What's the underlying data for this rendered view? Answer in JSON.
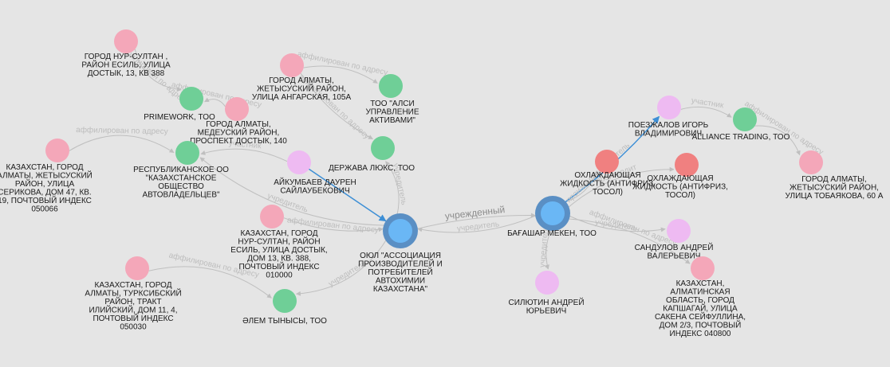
{
  "colors": {
    "background": "#e5e5e5",
    "address": "#f4a7b9",
    "company": "#6fcf97",
    "person": "#eebaf2",
    "product": "#f08080",
    "hub_fill": "#6ab7f5",
    "hub_ring": "#5a8fc4",
    "edge": "#bfbfbf",
    "edge_highlight": "#3d8fd6"
  },
  "nodes": [
    {
      "id": "n1",
      "type": "address",
      "label": [
        "ГОРОД НУР-СУЛТАН ,",
        "РАЙОН ЕСИЛЬ, УЛИЦА",
        "ДОСТЫК, 13, КВ 388"
      ]
    },
    {
      "id": "n2",
      "type": "company",
      "label": [
        "PRIMEWORK, ТОО"
      ]
    },
    {
      "id": "n3",
      "type": "address",
      "label": [
        "ГОРОД АЛМАТЫ,",
        "ЖЕТЫСУСКИЙ РАЙОН,",
        "УЛИЦА АНГАРСКАЯ, 105А"
      ]
    },
    {
      "id": "n4",
      "type": "company",
      "label": [
        "ТОО \"АЛСИ",
        "УПРАВЛЕНИЕ",
        "АКТИВАМИ\""
      ]
    },
    {
      "id": "n5",
      "type": "address",
      "label": [
        "ГОРОД АЛМАТЫ,",
        "МЕДЕУСКИЙ РАЙОН,",
        "ПРОСПЕКТ ДОСТЫК, 140"
      ]
    },
    {
      "id": "n6",
      "type": "company",
      "label": [
        "ДЕРЖАВА ЛЮКС, ТОО"
      ]
    },
    {
      "id": "n7",
      "type": "address",
      "label": [
        "КАЗАХСТАН, ГОРОД",
        "АЛМАТЫ, ЖЕТЫСУСКИЙ",
        "РАЙОН, УЛИЦА",
        "СЕРИКОВА, ДОМ 47, КВ.",
        "19, ПОЧТОВЫЙ ИНДЕКС",
        "050066"
      ]
    },
    {
      "id": "n8",
      "type": "company",
      "label": [
        "РЕСПУБЛИКАНСКОЕ ОО",
        "\"КАЗАХСТАНСКОЕ",
        "ОБЩЕСТВО",
        "АВТОВЛАДЕЛЬЦЕВ\""
      ]
    },
    {
      "id": "n9",
      "type": "person",
      "label": [
        "АЙКУМБАЕВ ДАУРЕН",
        "САЙЛАУБЕКОВИЧ"
      ]
    },
    {
      "id": "n10",
      "type": "address",
      "label": [
        "КАЗАХСТАН, ГОРОД",
        "НУР-СУЛТАН, РАЙОН",
        "ЕСИЛЬ, УЛИЦА ДОСТЫК,",
        "ДОМ 13, КВ. 388,",
        "ПОЧТОВЫЙ ИНДЕКС",
        "010000"
      ]
    },
    {
      "id": "n11",
      "type": "hub",
      "label": [
        "ОЮЛ \"АССОЦИАЦИЯ",
        "ПРОИЗВОДИТЕЛЕЙ И",
        "ПОТРЕБИТЕЛЕЙ",
        "АВТОХИМИИ",
        "КАЗАХСТАНА\""
      ]
    },
    {
      "id": "n12",
      "type": "address",
      "label": [
        "КАЗАХСТАН, ГОРОД",
        "АЛМАТЫ, ТУРКСИБСКИЙ",
        "РАЙОН, ТРАКТ",
        "ИЛИЙСКИЙ, ДОМ 11, 4,",
        "ПОЧТОВЫЙ ИНДЕКС",
        "050030"
      ]
    },
    {
      "id": "n13",
      "type": "company",
      "label": [
        "ӘЛЕМ ТЫНЫСЫ, ТОО"
      ]
    },
    {
      "id": "n14",
      "type": "hub",
      "label": [
        "БАҒАШАР МЕКЕН, ТОО"
      ]
    },
    {
      "id": "n15",
      "type": "product",
      "label": [
        "ОХЛАЖДАЮЩАЯ",
        "ЖИДКОСТЬ (АНТИФРИЗ,",
        "ТОСОЛ)"
      ]
    },
    {
      "id": "n16",
      "type": "product",
      "label": [
        "ОХЛАЖДАЮЩАЯ",
        "ЖИДКОСТЬ (АНТИФРИЗ,",
        "ТОСОЛ)"
      ]
    },
    {
      "id": "n17",
      "type": "person",
      "label": [
        "ПОЕЗЖАЛОВ ИГОРЬ",
        "ВЛАДИМИРОВИЧ"
      ]
    },
    {
      "id": "n18",
      "type": "company",
      "label": [
        "ALLIANCE TRADING, ТОО"
      ]
    },
    {
      "id": "n19",
      "type": "address",
      "label": [
        "ГОРОД АЛМАТЫ,",
        "ЖЕТЫСУСКИЙ РАЙОН,",
        "УЛИЦА ТОБАЯКОВА, 60 А"
      ]
    },
    {
      "id": "n20",
      "type": "person",
      "label": [
        "САНДУЛОВ АНДРЕЙ",
        "ВАЛЕРЬЕВИЧ"
      ]
    },
    {
      "id": "n21",
      "type": "address",
      "label": [
        "КАЗАХСТАН,",
        "АЛМАТИНСКАЯ",
        "ОБЛАСТЬ, ГОРОД",
        "КАПШАГАЙ, УЛИЦА",
        "САКЕНА СЕЙФУЛЛИНА,",
        "ДОМ 2/3, ПОЧТОВЫЙ",
        "ИНДЕКС 040800"
      ]
    },
    {
      "id": "n22",
      "type": "person",
      "label": [
        "СИЛЮТИН АНДРЕЙ",
        "ЮРЬЕВИЧ"
      ]
    }
  ],
  "edges": [
    {
      "from": "n1",
      "to": "n2",
      "label": "аффилирован по адресу"
    },
    {
      "from": "n3",
      "to": "n4",
      "label": "аффилирован по адресу"
    },
    {
      "from": "n5",
      "to": "n2",
      "label": "аффилирован по адресу"
    },
    {
      "from": "n3",
      "to": "n6",
      "label": "аффилирован по адресу"
    },
    {
      "from": "n7",
      "to": "n8",
      "label": "аффилирован по адресу"
    },
    {
      "from": "n9",
      "to": "n8",
      "label": "участник"
    },
    {
      "from": "n9",
      "to": "n11",
      "label": "",
      "highlight": true
    },
    {
      "from": "n10",
      "to": "n11",
      "label": "аффилирован по адресу"
    },
    {
      "from": "n11",
      "to": "n6",
      "label": "учредитель"
    },
    {
      "from": "n11",
      "to": "n8",
      "label": "учредитель"
    },
    {
      "from": "n12",
      "to": "n13",
      "label": "аффилирован по адресу"
    },
    {
      "from": "n11",
      "to": "n13",
      "label": "учредитель"
    },
    {
      "from": "n11",
      "to": "n14",
      "label": "учрежденный",
      "big": true
    },
    {
      "from": "n14",
      "to": "n11",
      "label": "учредитель"
    },
    {
      "from": "n14",
      "to": "n15",
      "label": "производит"
    },
    {
      "from": "n14",
      "to": "n16",
      "label": "производит"
    },
    {
      "from": "n14",
      "to": "n17",
      "label": "учредитель",
      "highlight": true
    },
    {
      "from": "n17",
      "to": "n18",
      "label": "участник"
    },
    {
      "from": "n18",
      "to": "n19",
      "label": "аффилирован по адресу"
    },
    {
      "from": "n14",
      "to": "n20",
      "label": "учредитель"
    },
    {
      "from": "n14",
      "to": "n21",
      "label": "аффилирован по адресу"
    },
    {
      "from": "n14",
      "to": "n22",
      "label": "учредитель"
    }
  ]
}
